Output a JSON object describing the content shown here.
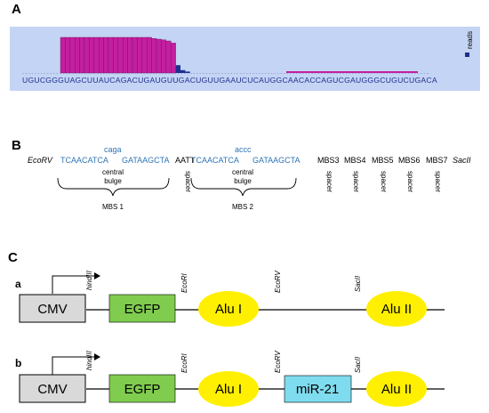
{
  "panels": {
    "a": "A",
    "b": "B",
    "c": "C"
  },
  "panel_a": {
    "sequence": "UGUCGGGUAGCUUAUCAGACUGAUGUUGACUGUUGAAUCUCAUGGCAACACCAGUCGAUGGGCUGUCUGACA",
    "legend": "reads",
    "colors": {
      "bar": "#c41fa0",
      "bar_edge": "#6e0f5a",
      "background": "#c4d4f4",
      "marker": "#1f2f8f"
    },
    "bar_levels": [
      1,
      1,
      1,
      1,
      1,
      1,
      1,
      1,
      1,
      1,
      1,
      1,
      1,
      1,
      1,
      1,
      1,
      1,
      1,
      0.97,
      0.95,
      0.93,
      0.9,
      0.84,
      0.22,
      0.08,
      0.04
    ],
    "secondary_level": 0.1
  },
  "panel_b": {
    "ecorv": "EcoRV",
    "mbs_left_seq": "TCAACATCA",
    "mbs_right_seq": "GATAAGCTA",
    "mbs1_bulge": "caga",
    "mbs2_bulge": "accc",
    "linker": "AATT",
    "central_bulge": [
      "central",
      "bulge"
    ],
    "mbs1_label": "MBS 1",
    "mbs2_label": "MBS 2",
    "spacer": "spacer",
    "more_sites": [
      "MBS3",
      "MBS4",
      "MBS5",
      "MBS6",
      "MBS7"
    ],
    "sacii": "SacII"
  },
  "panel_c": {
    "row_a": {
      "tag": "a",
      "cmv": "CMV",
      "egfp": "EGFP",
      "alu1": "Alu I",
      "alu2": "Alu II",
      "sites": [
        "hindIII",
        "EcoRI",
        "EcoRV",
        "SacII"
      ]
    },
    "row_b": {
      "tag": "b",
      "cmv": "CMV",
      "egfp": "EGFP",
      "alu1": "Alu I",
      "mir": "miR-21",
      "alu2": "Alu II",
      "sites": [
        "hindIII",
        "EcoRI",
        "EcoRV",
        "SacII"
      ]
    },
    "colors": {
      "cmv": "#d9d9d9",
      "egfp": "#7fcc4f",
      "alu": "#ffef00",
      "mir": "#7fdcee"
    }
  }
}
